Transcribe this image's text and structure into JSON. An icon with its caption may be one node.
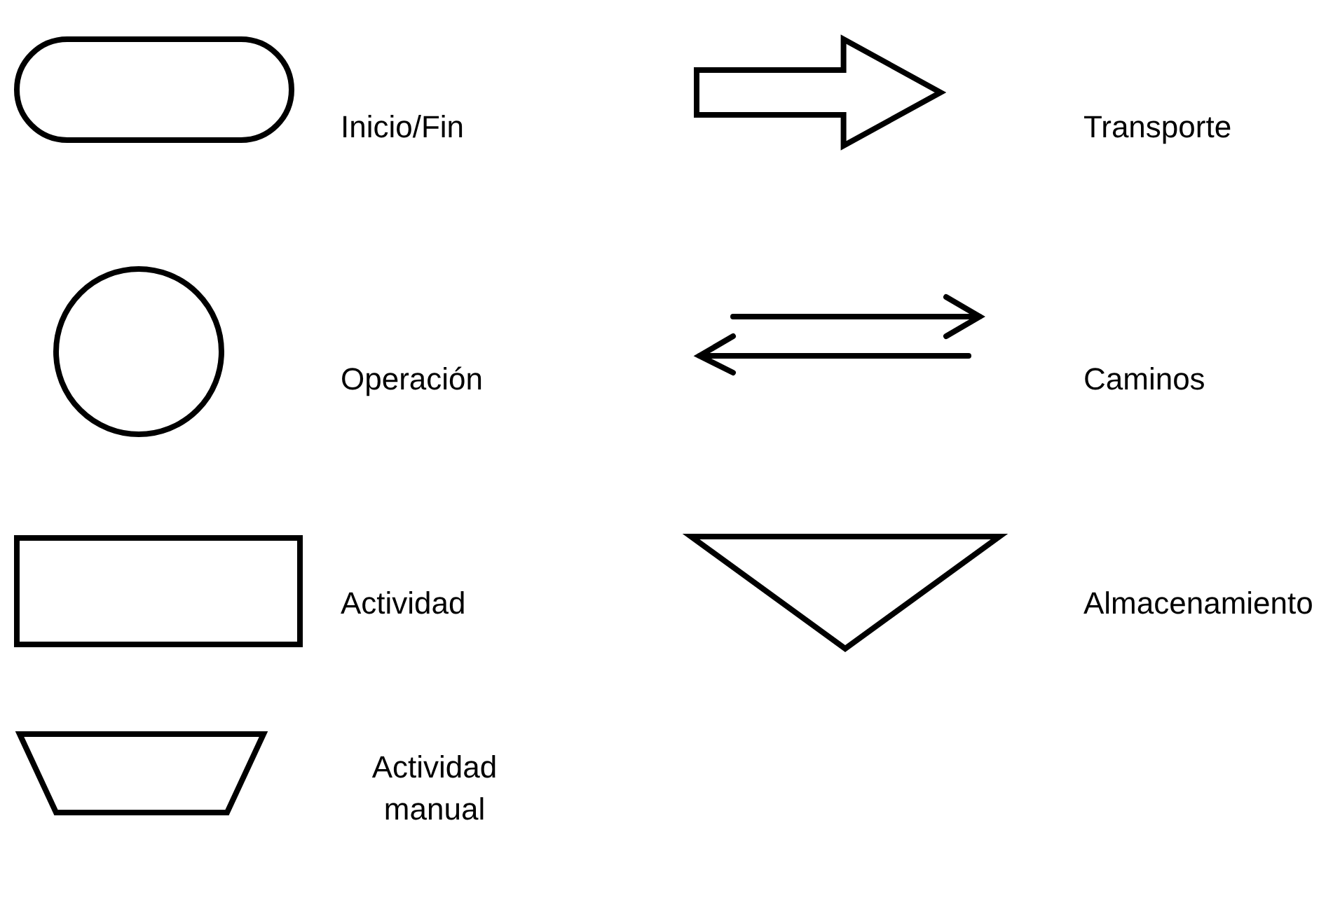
{
  "diagram": {
    "legend": [
      {
        "text": "Inicio/Fin"
      },
      {
        "text": "Transporte"
      },
      {
        "text": "Operación"
      },
      {
        "text": "Caminos"
      },
      {
        "text": "Actividad"
      },
      {
        "text": "Almacenamiento"
      },
      {
        "text": "Actividad manual"
      }
    ]
  }
}
